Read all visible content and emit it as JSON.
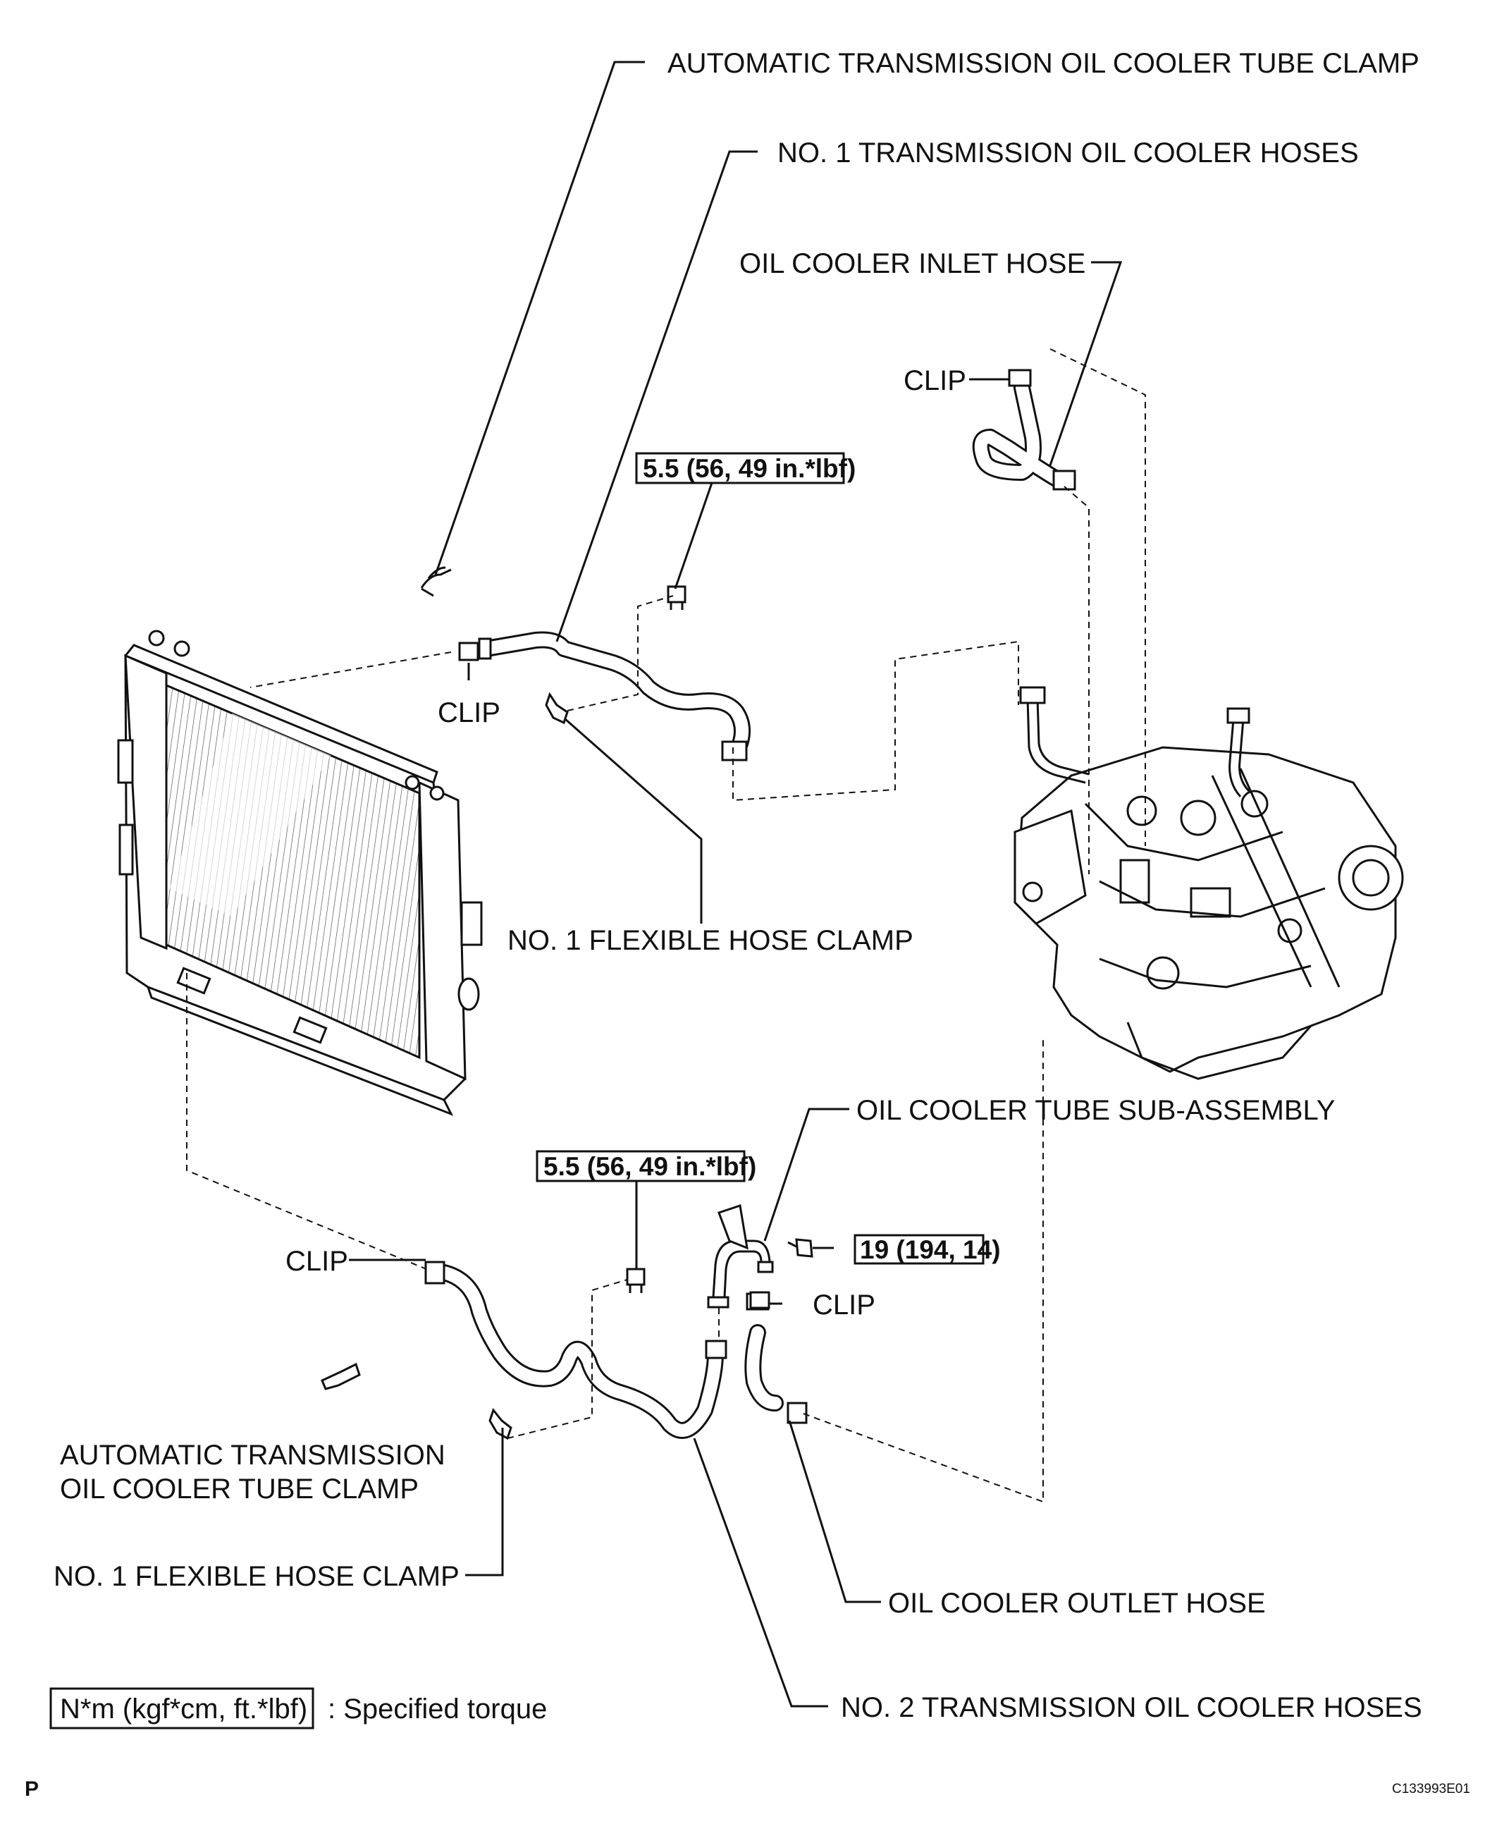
{
  "labels": {
    "atm_clamp_top": "AUTOMATIC TRANSMISSION OIL COOLER TUBE CLAMP",
    "no1_hoses": "NO. 1 TRANSMISSION OIL COOLER HOSES",
    "inlet_hose": "OIL COOLER INLET HOSE",
    "clip_inlet": "CLIP",
    "clip_upper": "CLIP",
    "no1_flex_clamp_top": "NO. 1 FLEXIBLE HOSE CLAMP",
    "tube_subassy": "OIL COOLER TUBE SUB-ASSEMBLY",
    "clip_lower_left": "CLIP",
    "clip_lower_right": "CLIP",
    "atm_clamp_bottom_line1": "AUTOMATIC TRANSMISSION",
    "atm_clamp_bottom_line2": "OIL COOLER TUBE CLAMP",
    "no1_flex_clamp_bottom": "NO. 1 FLEXIBLE HOSE CLAMP",
    "outlet_hose": "OIL COOLER OUTLET HOSE",
    "no2_hoses": "NO. 2 TRANSMISSION OIL COOLER HOSES"
  },
  "torques": {
    "upper_bolt": "5.5 (56, 49 in.*lbf)",
    "lower_bolt": "5.5 (56, 49 in.*lbf)",
    "tube_bolt": "19 (194, 14)"
  },
  "legend": {
    "unit_box": "N*m (kgf*cm, ft.*lbf)",
    "description": ": Specified torque"
  },
  "footer": {
    "page_mark": "P",
    "figure_id": "C133993E01"
  }
}
